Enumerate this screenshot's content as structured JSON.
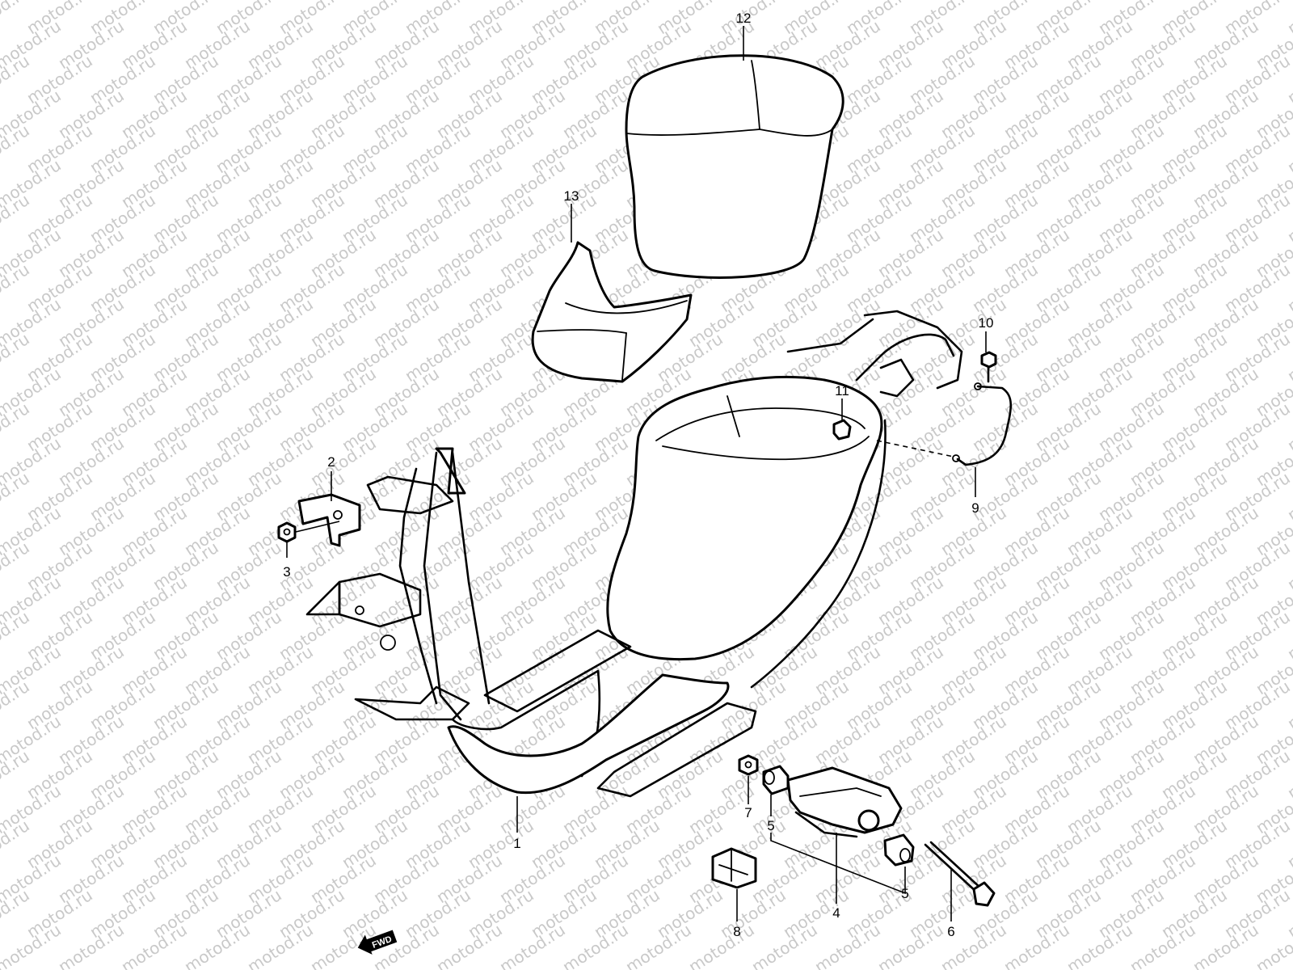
{
  "watermark": {
    "text": "motod.ru",
    "color": "#c9c9c9"
  },
  "callouts": {
    "p1": "1",
    "p2": "2",
    "p3": "3",
    "p4": "4",
    "p5a": "5",
    "p5b": "5",
    "p6": "6",
    "p7": "7",
    "p8": "8",
    "p9": "9",
    "p10": "10",
    "p11": "11",
    "p12": "12",
    "p13": "13"
  },
  "direction_arrow": {
    "label": "FWD"
  },
  "colors": {
    "line": "#000000",
    "background": "#ffffff"
  }
}
